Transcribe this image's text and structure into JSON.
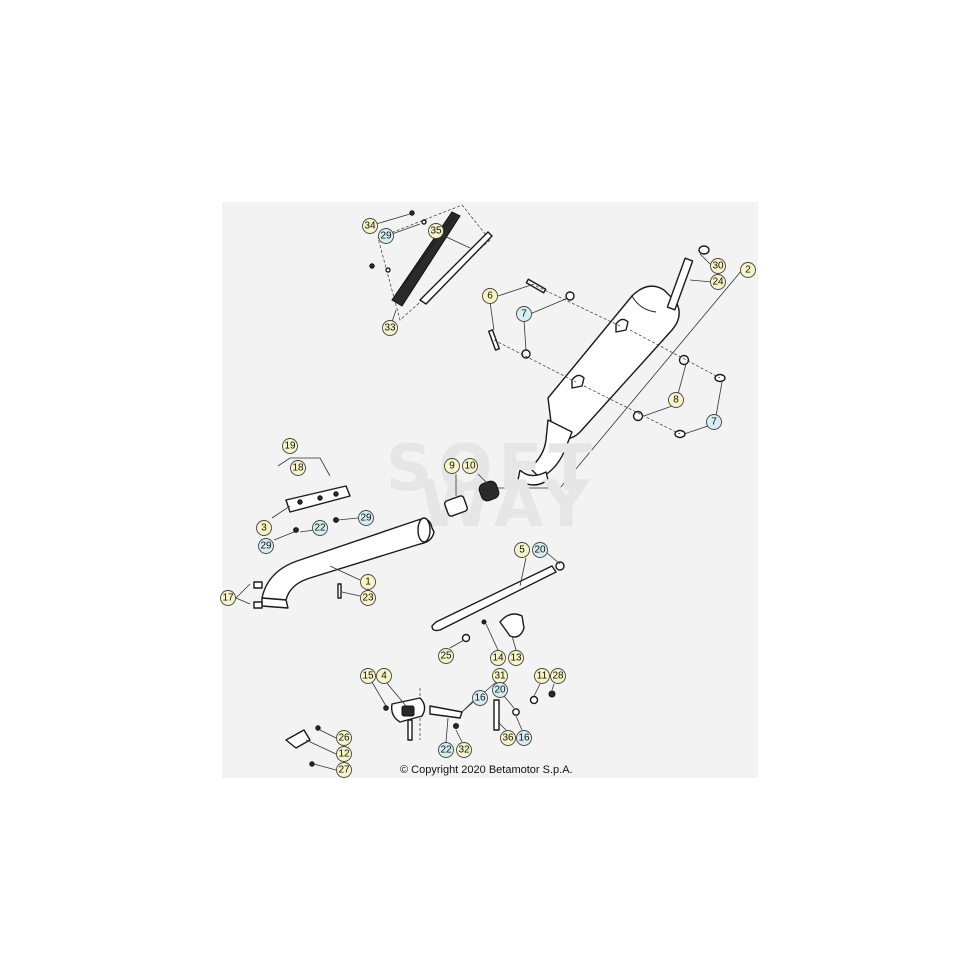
{
  "copyright": "© Copyright 2020 Betamotor S.p.A.",
  "colors": {
    "callout_yellow": "#f7f4c8",
    "callout_blue": "#d6eef2",
    "sheet_bg": "#f3f3f3"
  },
  "callouts": [
    {
      "id": "c34",
      "label": "34",
      "color": "yellow"
    },
    {
      "id": "c29a",
      "label": "29",
      "color": "blue"
    },
    {
      "id": "c35",
      "label": "35",
      "color": "yellow"
    },
    {
      "id": "c33",
      "label": "33",
      "color": "yellow"
    },
    {
      "id": "c30",
      "label": "30",
      "color": "yellow"
    },
    {
      "id": "c2",
      "label": "2",
      "color": "yellow"
    },
    {
      "id": "c24",
      "label": "24",
      "color": "yellow"
    },
    {
      "id": "c6",
      "label": "6",
      "color": "yellow"
    },
    {
      "id": "c7a",
      "label": "7",
      "color": "blue"
    },
    {
      "id": "c8",
      "label": "8",
      "color": "yellow"
    },
    {
      "id": "c7b",
      "label": "7",
      "color": "blue"
    },
    {
      "id": "c19",
      "label": "19",
      "color": "yellow"
    },
    {
      "id": "c18",
      "label": "18",
      "color": "yellow"
    },
    {
      "id": "c9",
      "label": "9",
      "color": "yellow"
    },
    {
      "id": "c10",
      "label": "10",
      "color": "yellow"
    },
    {
      "id": "c22a",
      "label": "22",
      "color": "blue"
    },
    {
      "id": "c29b",
      "label": "29",
      "color": "blue"
    },
    {
      "id": "c3",
      "label": "3",
      "color": "yellow"
    },
    {
      "id": "c29c",
      "label": "29",
      "color": "blue"
    },
    {
      "id": "c1",
      "label": "1",
      "color": "yellow"
    },
    {
      "id": "c17",
      "label": "17",
      "color": "yellow"
    },
    {
      "id": "c23",
      "label": "23",
      "color": "yellow"
    },
    {
      "id": "c5",
      "label": "5",
      "color": "yellow"
    },
    {
      "id": "c20a",
      "label": "20",
      "color": "blue"
    },
    {
      "id": "c25",
      "label": "25",
      "color": "yellow"
    },
    {
      "id": "c14",
      "label": "14",
      "color": "yellow"
    },
    {
      "id": "c13",
      "label": "13",
      "color": "yellow"
    },
    {
      "id": "c15",
      "label": "15",
      "color": "yellow"
    },
    {
      "id": "c4",
      "label": "4",
      "color": "yellow"
    },
    {
      "id": "c31",
      "label": "31",
      "color": "yellow"
    },
    {
      "id": "c11",
      "label": "11",
      "color": "yellow"
    },
    {
      "id": "c28",
      "label": "28",
      "color": "yellow"
    },
    {
      "id": "c16a",
      "label": "16",
      "color": "blue"
    },
    {
      "id": "c20b",
      "label": "20",
      "color": "blue"
    },
    {
      "id": "c22b",
      "label": "22",
      "color": "blue"
    },
    {
      "id": "c32",
      "label": "32",
      "color": "yellow"
    },
    {
      "id": "c36",
      "label": "36",
      "color": "yellow"
    },
    {
      "id": "c16b",
      "label": "16",
      "color": "blue"
    },
    {
      "id": "c26",
      "label": "26",
      "color": "yellow"
    },
    {
      "id": "c12",
      "label": "12",
      "color": "yellow"
    },
    {
      "id": "c27",
      "label": "27",
      "color": "yellow"
    }
  ]
}
